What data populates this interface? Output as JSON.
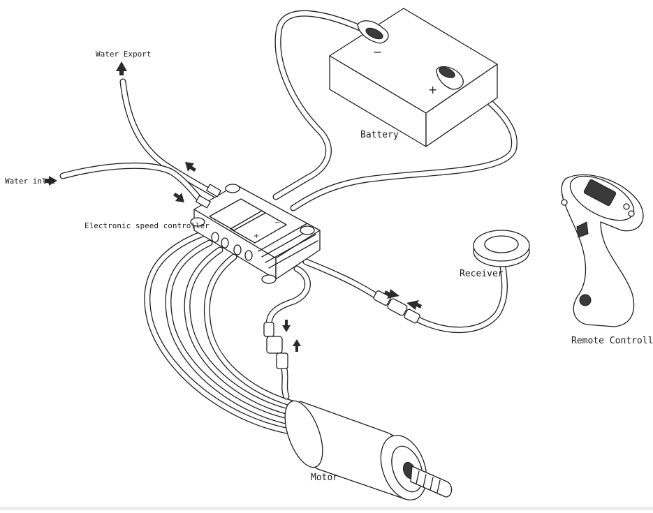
{
  "labels": {
    "water_export": "Water Export",
    "water_inlet": "Water inlet",
    "electronic_speed_controller": "Electronic speed controller",
    "battery": "Battery",
    "receiver": "Receiver",
    "remote_controller": "Remote Controller",
    "motor": "Motor"
  },
  "battery_terminals": {
    "negative": "−",
    "positive": "+"
  },
  "icons": [
    "arrow-icon",
    "battery-icon",
    "motor-icon",
    "receiver-icon",
    "remote-controller-icon",
    "esc-icon"
  ]
}
